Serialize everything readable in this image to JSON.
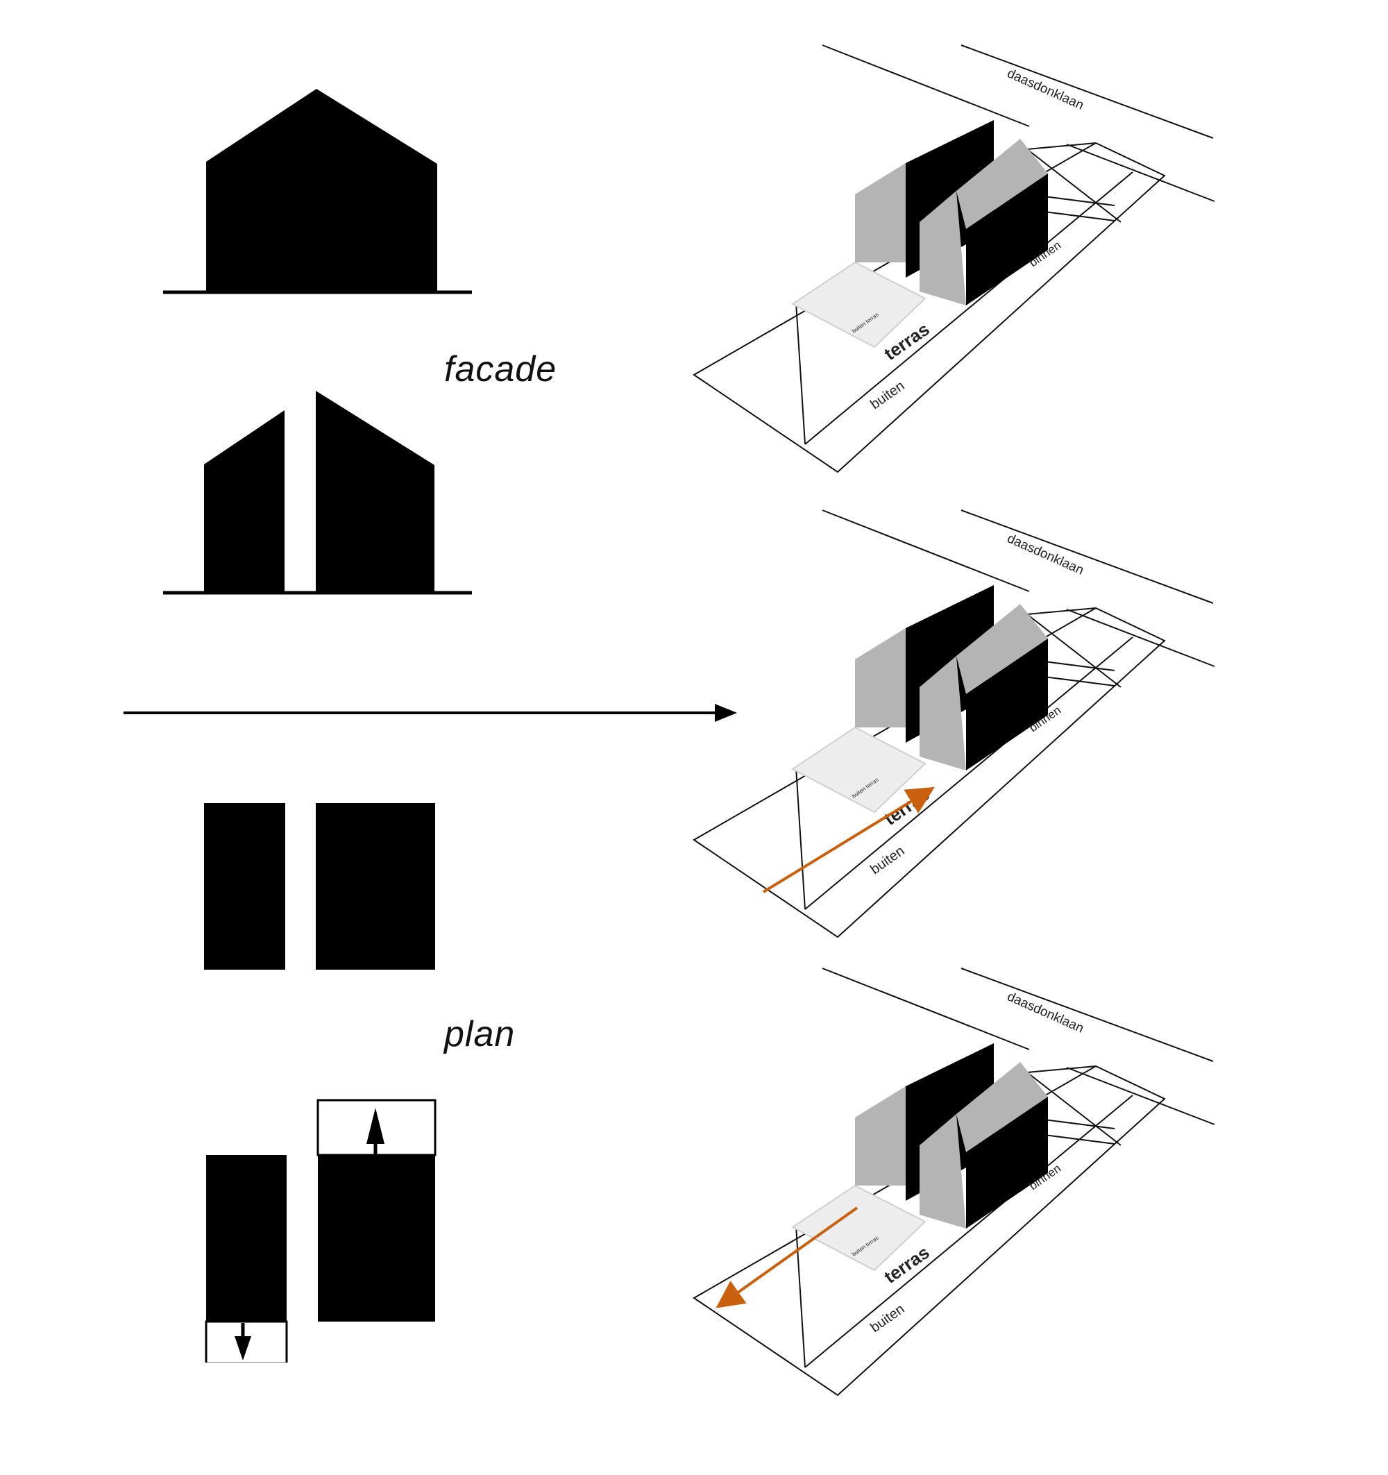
{
  "labels": {
    "facade": "facade",
    "plan": "plan"
  },
  "site_labels": {
    "street": "daasdonklaan",
    "outside": "buiten",
    "terrace": "terras",
    "inside": "binnen",
    "small": "buiten terras"
  },
  "colors": {
    "solid": "#000000",
    "roof": "#b4b4b4",
    "terrace_fill": "#ededed",
    "arrow_orange": "#c8600f",
    "line": "#111111"
  },
  "icons": [
    "arrow-right-icon",
    "arrow-up-icon",
    "arrow-down-icon"
  ]
}
